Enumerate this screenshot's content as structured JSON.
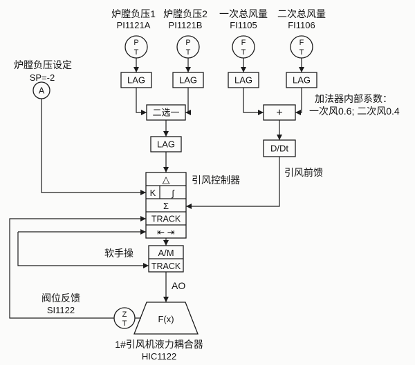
{
  "inputs": [
    {
      "label": "炉膛负压1",
      "tag": "PI1121A",
      "letter_top": "P",
      "letter_bottom": "T",
      "lag": "LAG"
    },
    {
      "label": "炉膛负压2",
      "tag": "PI1121B",
      "letter_top": "P",
      "letter_bottom": "T",
      "lag": "LAG"
    },
    {
      "label": "一次总风量",
      "tag": "FI1105",
      "letter_top": "F",
      "letter_bottom": "T",
      "lag": "LAG"
    },
    {
      "label": "二次总风量",
      "tag": "FI1106",
      "letter_top": "F",
      "letter_bottom": "T",
      "lag": "LAG"
    }
  ],
  "selector": {
    "label": "二选一"
  },
  "mid_lag": {
    "label": "LAG"
  },
  "adder": {
    "symbol": "+",
    "note_line1": "加法器内部系数：",
    "note_line2": "一次风0.6; 二次风0.4"
  },
  "derivative": {
    "label": "D/Dt"
  },
  "feedforward_label": "引风前馈",
  "setpoint": {
    "label": "炉膛负压设定",
    "value": "SP=-2",
    "letter": "A"
  },
  "controller": {
    "title": "引风控制器",
    "delta": "△",
    "k": "K",
    "integral": "∫",
    "sigma": "Σ",
    "track": "TRACK",
    "transfer": "⇤ ⇥"
  },
  "manual": {
    "label": "软手操",
    "am": "A/M",
    "track": "TRACK"
  },
  "ao_label": "AO",
  "fx": {
    "label": "F(x)"
  },
  "valve_feedback": {
    "label": "阀位反馈",
    "tag": "SI1122",
    "letter_top": "Z",
    "letter_bottom": "T"
  },
  "output": {
    "name": "1#引风机液力耦合器",
    "tag": "HIC1122"
  }
}
